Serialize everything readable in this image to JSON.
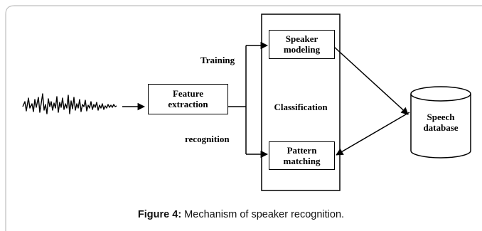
{
  "diagram": {
    "input_signal": {
      "icon": "speech-waveform"
    },
    "feature_extraction": {
      "line1": "Feature",
      "line2": "extraction"
    },
    "branch_training": "Training",
    "branch_recognition": "recognition",
    "classification": {
      "label": "Classification",
      "speaker_modeling": {
        "line1": "Speaker",
        "line2": "modeling"
      },
      "pattern_matching": {
        "line1": "Pattern",
        "line2": "matching"
      }
    },
    "speech_database": {
      "line1": "Speech",
      "line2": "database"
    }
  },
  "caption": {
    "prefix": "Figure 4:",
    "text": " Mechanism of speaker recognition."
  },
  "colors": {
    "stroke": "#000000",
    "background": "#ffffff",
    "frame": "#bfbfbf"
  }
}
